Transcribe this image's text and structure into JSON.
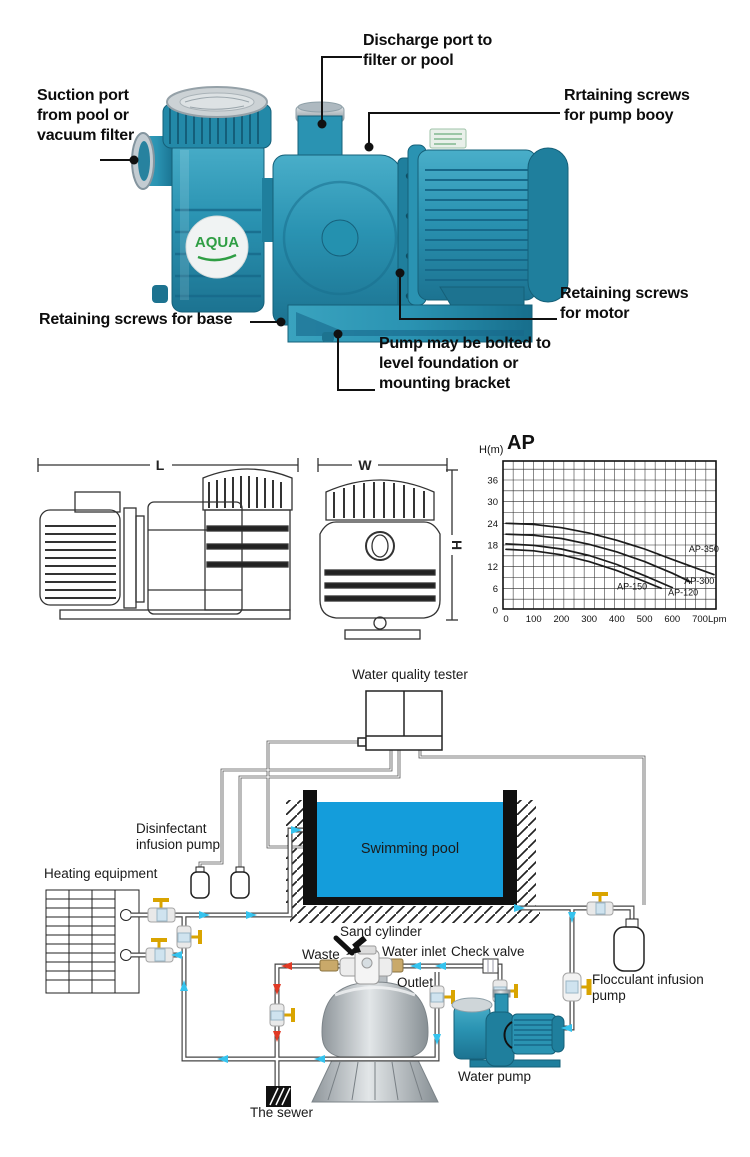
{
  "top": {
    "callouts": {
      "discharge": "Discharge port to\nfilter or pool",
      "suction": "Suction port\nfrom pool or\nvacuum filter",
      "pump_body": "Rrtaining screws\nfor pump booy",
      "motor": "Retaining screws\nfor motor",
      "base": "Retaining screws for base",
      "bolted": "Pump may be bolted to\nlevel foundation or\nmounting bracket"
    },
    "logo_text": "AQUA"
  },
  "drawings": {
    "dim_l": "L",
    "dim_w": "W",
    "dim_h": "H"
  },
  "chart_data": {
    "type": "line",
    "title": "AP",
    "ylabel": "H(m)",
    "x_unit": "Lpm",
    "xlim": [
      0,
      755
    ],
    "ylim": [
      0,
      41
    ],
    "xticks": [
      0,
      100,
      200,
      300,
      400,
      500,
      600,
      700
    ],
    "yticks": [
      0,
      6,
      12,
      18,
      24,
      30,
      36
    ],
    "grid": true,
    "legend_position": "on-curve",
    "series": [
      {
        "name": "AP-350",
        "x": [
          0,
          100,
          200,
          300,
          400,
          500,
          600,
          700,
          750
        ],
        "y": [
          24,
          23.7,
          22.8,
          21.3,
          19.3,
          16.9,
          14,
          11.2,
          9.8
        ],
        "label_at": [
          660,
          16.9
        ]
      },
      {
        "name": "AP-300",
        "x": [
          0,
          100,
          200,
          300,
          400,
          500,
          600,
          665
        ],
        "y": [
          21,
          20.7,
          19.8,
          18.2,
          16.1,
          13.4,
          10.2,
          7.8
        ],
        "label_at": [
          643,
          8
        ]
      },
      {
        "name": "AP-150",
        "x": [
          0,
          100,
          200,
          300,
          400,
          500,
          600
        ],
        "y": [
          18.3,
          17.9,
          16.9,
          15.1,
          12.6,
          9.5,
          6.2
        ],
        "label_at": [
          401,
          6.5
        ]
      },
      {
        "name": "AP-120",
        "x": [
          0,
          100,
          200,
          300,
          400,
          500,
          560
        ],
        "y": [
          16.8,
          16.4,
          15.3,
          13.4,
          10.9,
          7.9,
          6
        ],
        "label_at": [
          585,
          4.8
        ]
      }
    ]
  },
  "schematic": {
    "labels": {
      "tester": "Water quality tester",
      "disinfectant": "Disinfectant\ninfusion pump",
      "heating": "Heating equipment",
      "pool": "Swimming pool",
      "sand": "Sand cylinder",
      "waste": "Waste",
      "inlet": "Water inlet",
      "check": "Check valve",
      "outlet": "Outlet",
      "flocculant": "Flocculant infusion\npump",
      "pump": "Water pump",
      "sewer": "The sewer"
    },
    "colors": {
      "pool": "#149ddb",
      "flow": "#35c3ee",
      "valve_handle": "#e2ae00",
      "warn": "#e03a25",
      "pump_teal": "#2a93b2"
    }
  }
}
